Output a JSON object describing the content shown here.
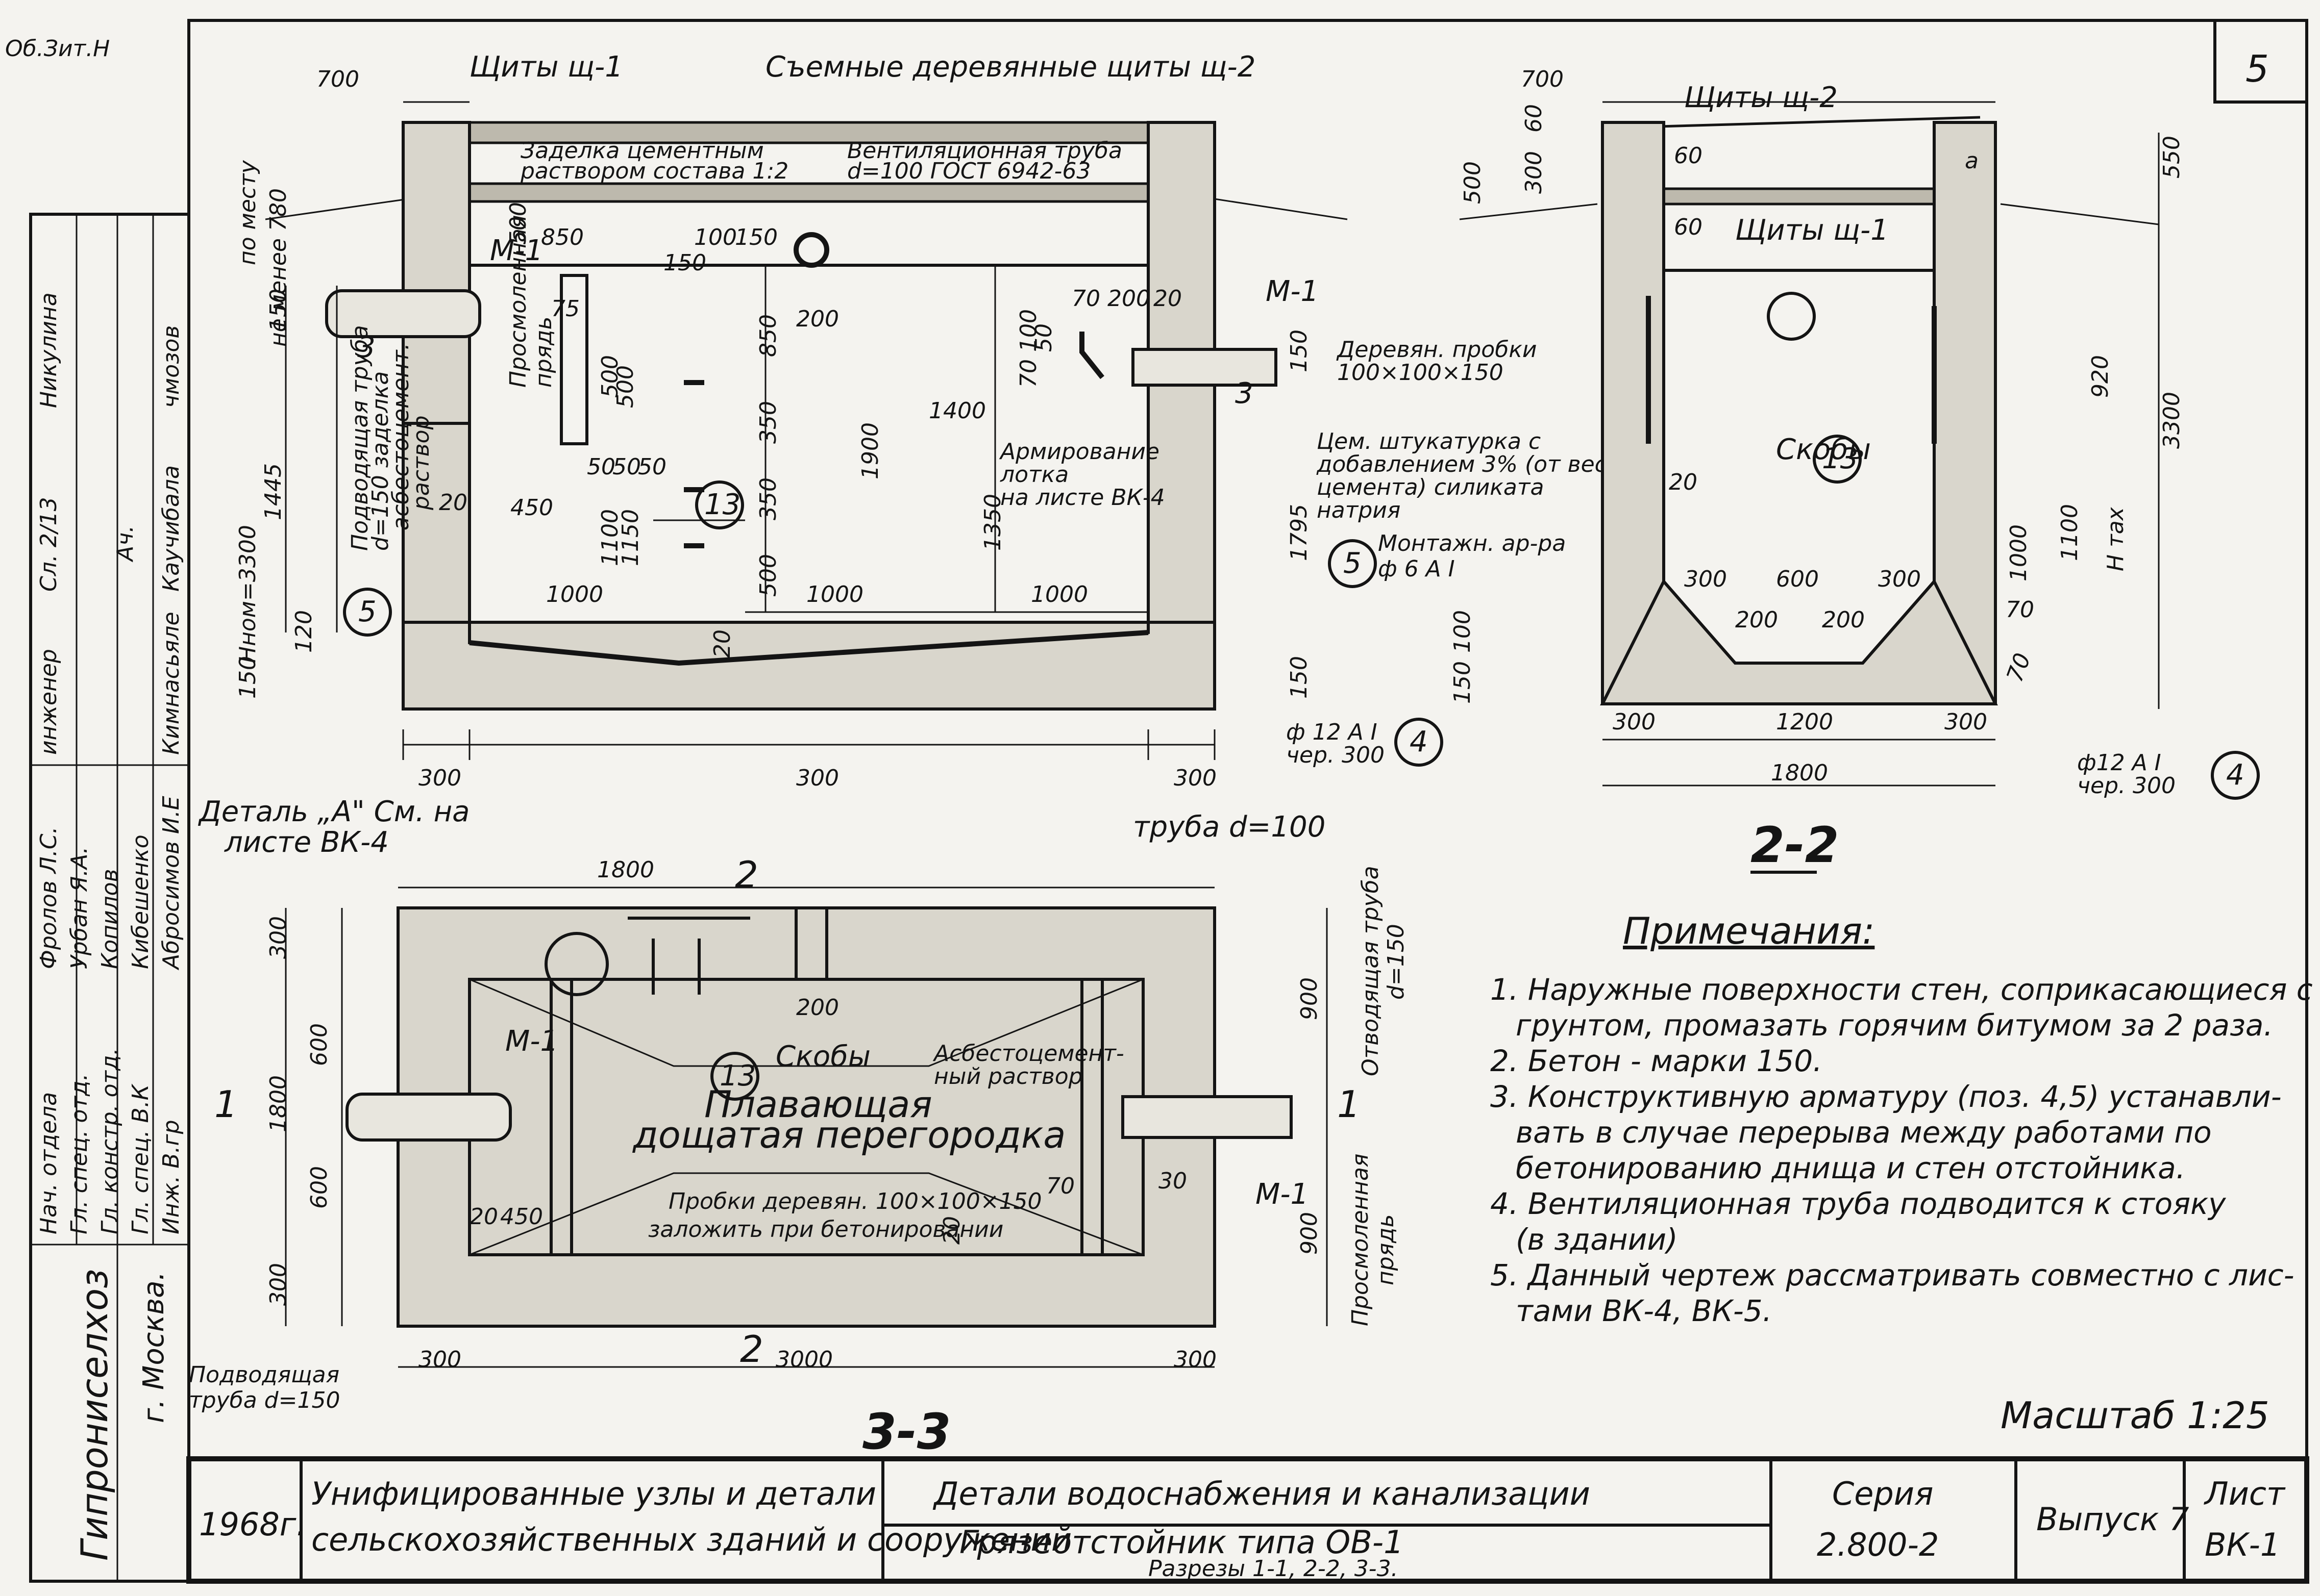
{
  "sheet_number": "5",
  "top_left_stamp": "Об.Зит.Н",
  "section_1_1": {
    "labels": {
      "shields_1": "Щиты щ-1",
      "shields_2": "Съемные деревянные щиты щ-2",
      "sealing": "Заделка цементным",
      "sealing2": "раствором состава 1:2",
      "vent_pipe": "Вентиляционная труба",
      "vent_pipe2": "d=100 ГОСТ 6942-63",
      "m1_left": "М-1",
      "m1_right": "М-1",
      "in_pipe": "Подводящая труба",
      "in_pipe2": "d=150 заделка",
      "in_pipe3": "асбестоцемент.",
      "in_pipe4": "раствор",
      "tarred_strand": "Просмоленная",
      "tarred_strand2": "прядь",
      "wood_plugs": "Деревян. пробки",
      "wood_plugs2": "100×100×150",
      "plaster": "Цем. штукатурка с",
      "plaster2": "добавлением 3% (от веса",
      "plaster3": "цемента) силиката",
      "plaster4": "натрия",
      "armor": "Армирование",
      "armor2": "лотка",
      "armor3": "на листе ВК-4",
      "mount": "Монтажн. ар-ра",
      "mount2": "ф 6 А I",
      "rebar": "ф 12 А I",
      "rebar2": "чер. 300",
      "callout_13": "13",
      "callout_5a": "5",
      "callout_5b": "5",
      "callout_4": "4",
      "cut3": "3",
      "cut3b": "3",
      "hnom": "Нном=3300",
      "notless": "не менее 780",
      "ground": "по месту"
    },
    "dims": [
      "700",
      "850",
      "100",
      "150",
      "150",
      "70",
      "200",
      "20",
      "200",
      "850",
      "350",
      "1900",
      "1400",
      "1350",
      "1795",
      "350",
      "500",
      "1000",
      "1000",
      "1000",
      "20",
      "450",
      "1100",
      "1150",
      "1445",
      "500",
      "50",
      "50",
      "50",
      "75",
      "500",
      "70",
      "100",
      "50",
      "150",
      "120",
      "150",
      "20",
      "300",
      "300",
      "300",
      "500",
      "150",
      "150"
    ]
  },
  "section_2_2": {
    "title": "2-2",
    "labels": {
      "shields_2": "Щиты щ-2",
      "shields_1": "Щиты щ-1",
      "rungs": "Скобы",
      "callout_13": "13",
      "callout_4": "4",
      "rebar": "ф12 А I",
      "rebar2": "чер. 300",
      "hmax": "Н тах",
      "a_mark": "а"
    },
    "dims": [
      "700",
      "60",
      "300",
      "500",
      "60",
      "60",
      "550",
      "920",
      "3300",
      "1100",
      "1000",
      "20",
      "300",
      "600",
      "300",
      "200",
      "200",
      "70",
      "150",
      "100",
      "300",
      "1200",
      "300",
      "1800",
      "70"
    ]
  },
  "section_3_3": {
    "title": "3-3",
    "labels": {
      "detail_a": "Деталь „А\" См. на",
      "detail_a2": "листе ВК-4",
      "pipe_top": "труба d=100",
      "rungs": "Скобы",
      "callout_13": "13",
      "float_part": "Плавающая",
      "float_part2": "дощатая перегородка",
      "asbestos": "Асбестоцемент-",
      "asbestos2": "ный раствор",
      "m1_left": "М-1",
      "m1_right": "М-1",
      "plugs": "Пробки деревян. 100×100×150",
      "plugs2": "заложить при бетонировании",
      "in_pipe": "Подводящая",
      "in_pipe2": "труба d=150",
      "out_pipe": "Отводящая труба",
      "out_pipe2": "d=150",
      "tarred": "Просмоленная",
      "tarred2": "прядь",
      "cut1": "1",
      "cut1b": "1",
      "cut2": "2",
      "cut2b": "2"
    },
    "dims": [
      "1800",
      "300",
      "600",
      "1800",
      "600",
      "300",
      "200",
      "20",
      "450",
      "70",
      "30",
      "20",
      "900",
      "900",
      "300",
      "3000",
      "300"
    ]
  },
  "notes": {
    "heading": "Примечания:",
    "items": [
      "1. Наружные поверхности стен, соприкасающиеся с",
      "грунтом, промазать горячим битумом за 2 раза.",
      "2. Бетон - марки 150.",
      "3. Конструктивную арматуру (поз. 4,5) устанавли-",
      "вать в случае перерыва между работами по",
      "бетонированию днища и стен отстойника.",
      "4. Вентиляционная труба подводится к стояку",
      "(в здании)",
      "5. Данный чертеж рассматривать совместно с лис-",
      "тами ВК-4, ВК-5."
    ]
  },
  "scale": "Масштаб 1:25",
  "title_block": {
    "year": "1968г.",
    "series_title": "Унифицированные узлы и детали",
    "series_title2": "сельскохозяйственных зданий и сооружений",
    "doc_title": "Детали водоснабжения и канализации",
    "doc_subtitle": "Грязеотстойник типа ОВ-1",
    "doc_subtitle2": "Разрезы 1-1, 2-2, 3-3.",
    "series_label": "Серия",
    "series_value": "2.800-2",
    "issue": "Выпуск 7",
    "sheet_label": "Лист",
    "sheet_value": "ВК-1"
  },
  "side_stamp": {
    "org": "Гипрониселхоз",
    "city": "г. Москва.",
    "roles": [
      "Нач. отдела",
      "Гл. спец. отд.",
      "Гл. констр. отд.",
      "Гл. спец. В.К",
      "Инж. В.гр"
    ],
    "names": [
      "Фролов Л.С.",
      "Урбан Я.А.",
      "Копилов",
      "Кибешенко",
      "Абросимов И.Е"
    ],
    "extra": [
      "инженер",
      "Кимнасьяле",
      "Ач.",
      "чмозов",
      "Каучибала",
      "Никулина",
      "Сл. 2/13"
    ]
  }
}
